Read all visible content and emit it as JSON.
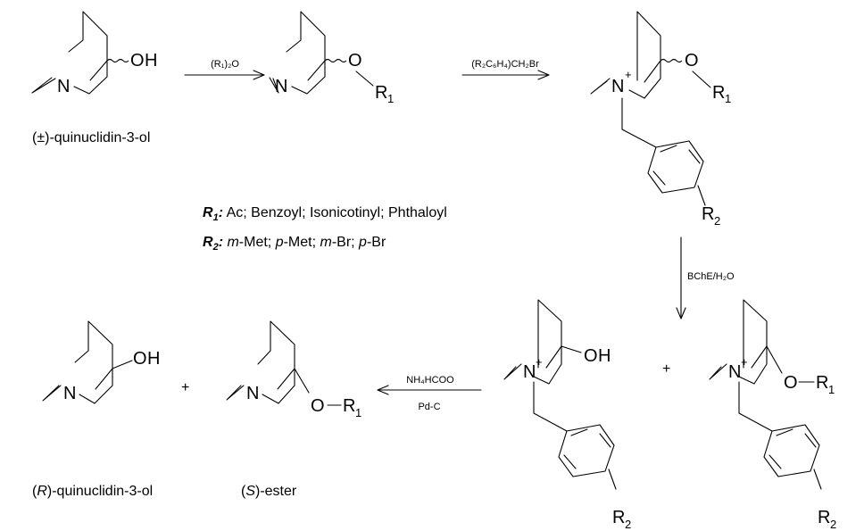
{
  "atoms": {
    "N": "N",
    "OH_O": "O",
    "OH_H": "H",
    "O": "O",
    "R": "R",
    "sub1": "1",
    "sub2": "2",
    "plus_charge": "+"
  },
  "labels": {
    "start": "(±)-quinuclidin-3-ol",
    "product_r_prefix": "(",
    "product_r_italic": "R",
    "product_r_suffix": ")-quinuclidin-3-ol",
    "product_s_prefix": "(",
    "product_s_italic": "S",
    "product_s_suffix": ")-ester"
  },
  "reagents": {
    "step1": "(R₁)₂O",
    "step2": "(R₂C₆H₄)CH₂Br",
    "step3": "BChE/H₂O",
    "step4_top": "NH₄HCOO",
    "step4_bottom": "Pd-C"
  },
  "plus_sign": "+",
  "legend": {
    "r1_label": "R",
    "r1_sub": "1",
    "r1_colon": ":",
    "r1_values": " Ac; Benzoyl; Isonicotinyl; Phthaloyl",
    "r2_label": "R",
    "r2_sub": "2",
    "r2_colon": ":",
    "r2_items": [
      {
        "prefix": "m",
        "name": "-Met"
      },
      {
        "prefix": "p",
        "name": "-Met"
      },
      {
        "prefix": "m",
        "name": "-Br"
      },
      {
        "prefix": "p",
        "name": "-Br"
      }
    ],
    "separator": "; "
  }
}
